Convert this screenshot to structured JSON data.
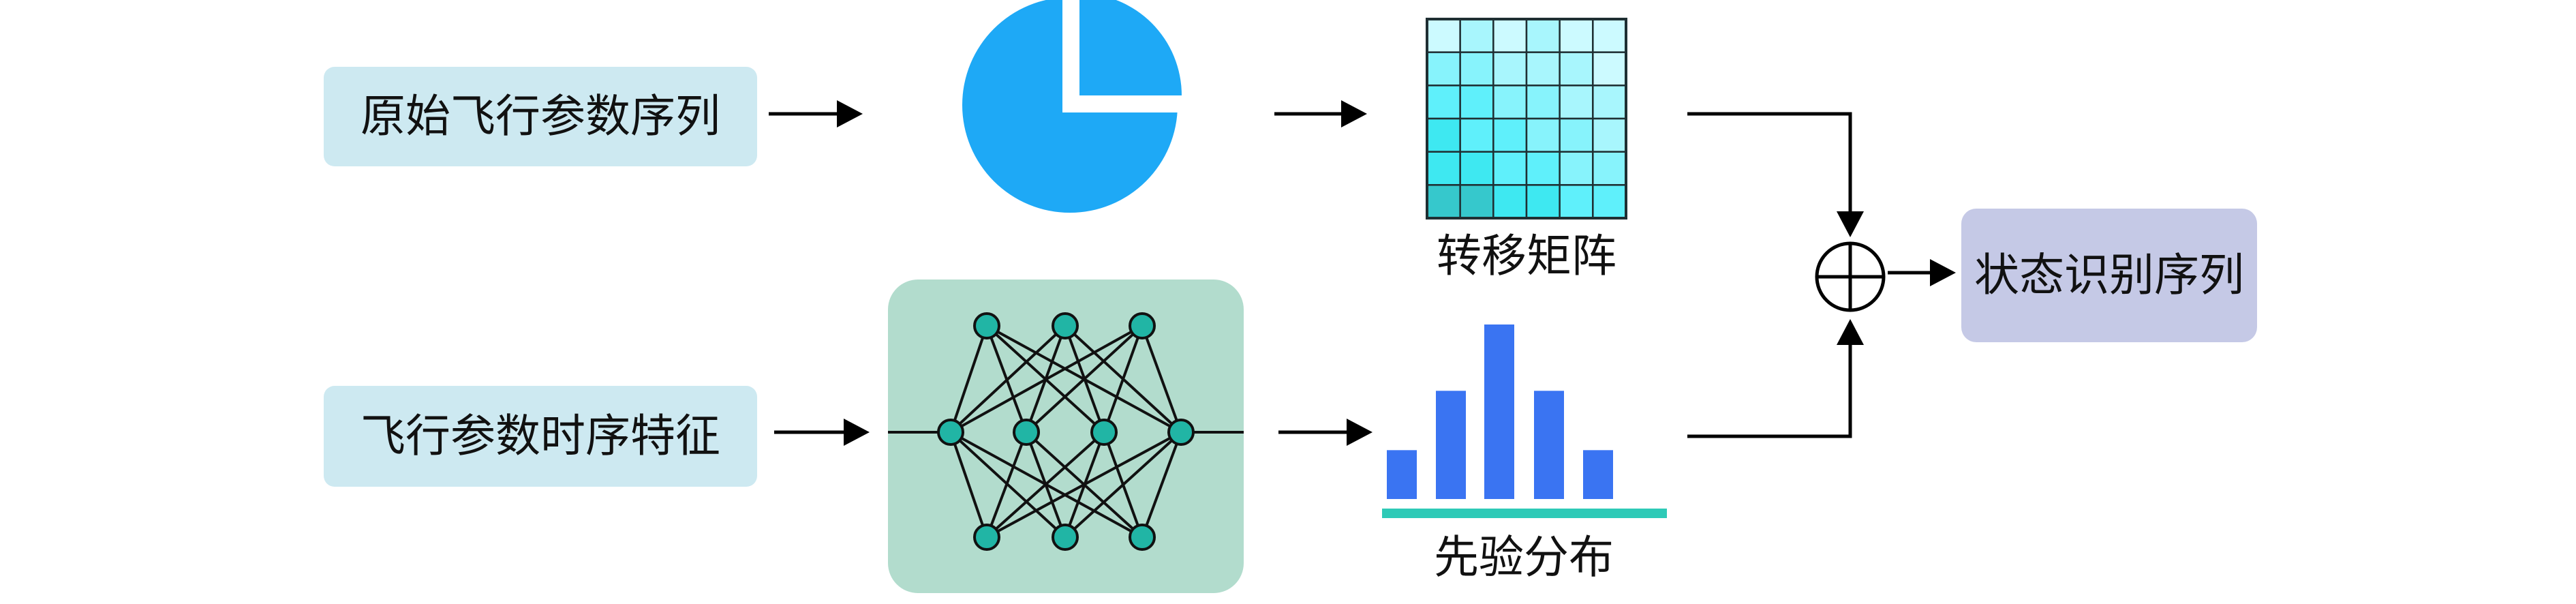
{
  "nodes": {
    "raw_params": "原始飞行参数序列",
    "temporal_features": "飞行参数时序特征",
    "transition_matrix_caption": "转移矩阵",
    "prior_caption": "先验分布",
    "output": "状态识别序列"
  },
  "icons": {
    "pie": "pie-chart-icon",
    "matrix": "grid-matrix-icon",
    "network": "neural-network-icon",
    "histogram": "bar-histogram-icon",
    "combine": "circled-plus-icon"
  },
  "colors": {
    "input_box": "#cde9f1",
    "output_box": "#c5c9e6",
    "pie": "#1ea9f6",
    "network_bg": "#b2dccd",
    "neuron": "#21b5a5",
    "bars": "#3a74f2",
    "baseline": "#2ecab7",
    "matrix_cells": [
      "#ccfaff",
      "#a8f6fd",
      "#87f3fc",
      "#5ff0fb",
      "#3ee8f1",
      "#36c8cc"
    ]
  },
  "matrix": {
    "rows": [
      [
        0,
        1,
        0,
        1,
        0,
        0
      ],
      [
        2,
        2,
        1,
        1,
        1,
        0
      ],
      [
        3,
        3,
        2,
        2,
        1,
        1
      ],
      [
        4,
        3,
        3,
        2,
        2,
        1
      ],
      [
        4,
        4,
        3,
        3,
        2,
        2
      ],
      [
        5,
        5,
        4,
        4,
        3,
        3
      ]
    ]
  },
  "histogram": {
    "values": [
      0.28,
      0.62,
      1.0,
      0.62,
      0.28
    ]
  }
}
